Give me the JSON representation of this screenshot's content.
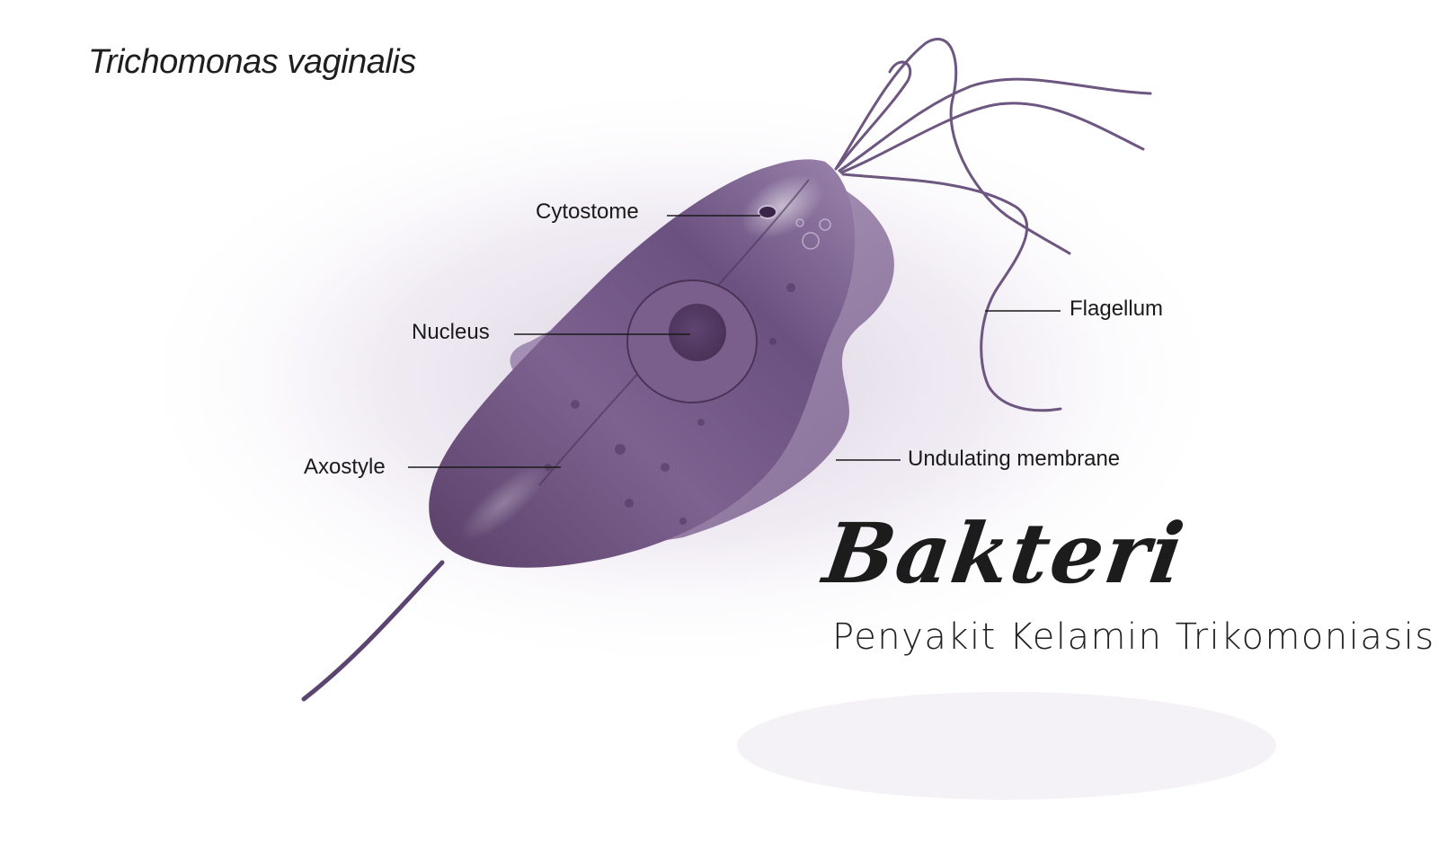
{
  "title": "Trichomonas vaginalis",
  "labels": {
    "cytostome": "Cytostome",
    "nucleus": "Nucleus",
    "axostyle": "Axostyle",
    "flagellum": "Flagellum",
    "undulating_membrane": "Undulating membrane"
  },
  "headline": "Bakteri",
  "subheadline": "Penyakit Kelamin Trikomoniasis",
  "colors": {
    "organism": "#6a4f7a",
    "organism_dark": "#3f2a4d",
    "organism_light": "#b7a3c3",
    "halo": "#d9cfe0",
    "text": "#1a1a1a"
  }
}
